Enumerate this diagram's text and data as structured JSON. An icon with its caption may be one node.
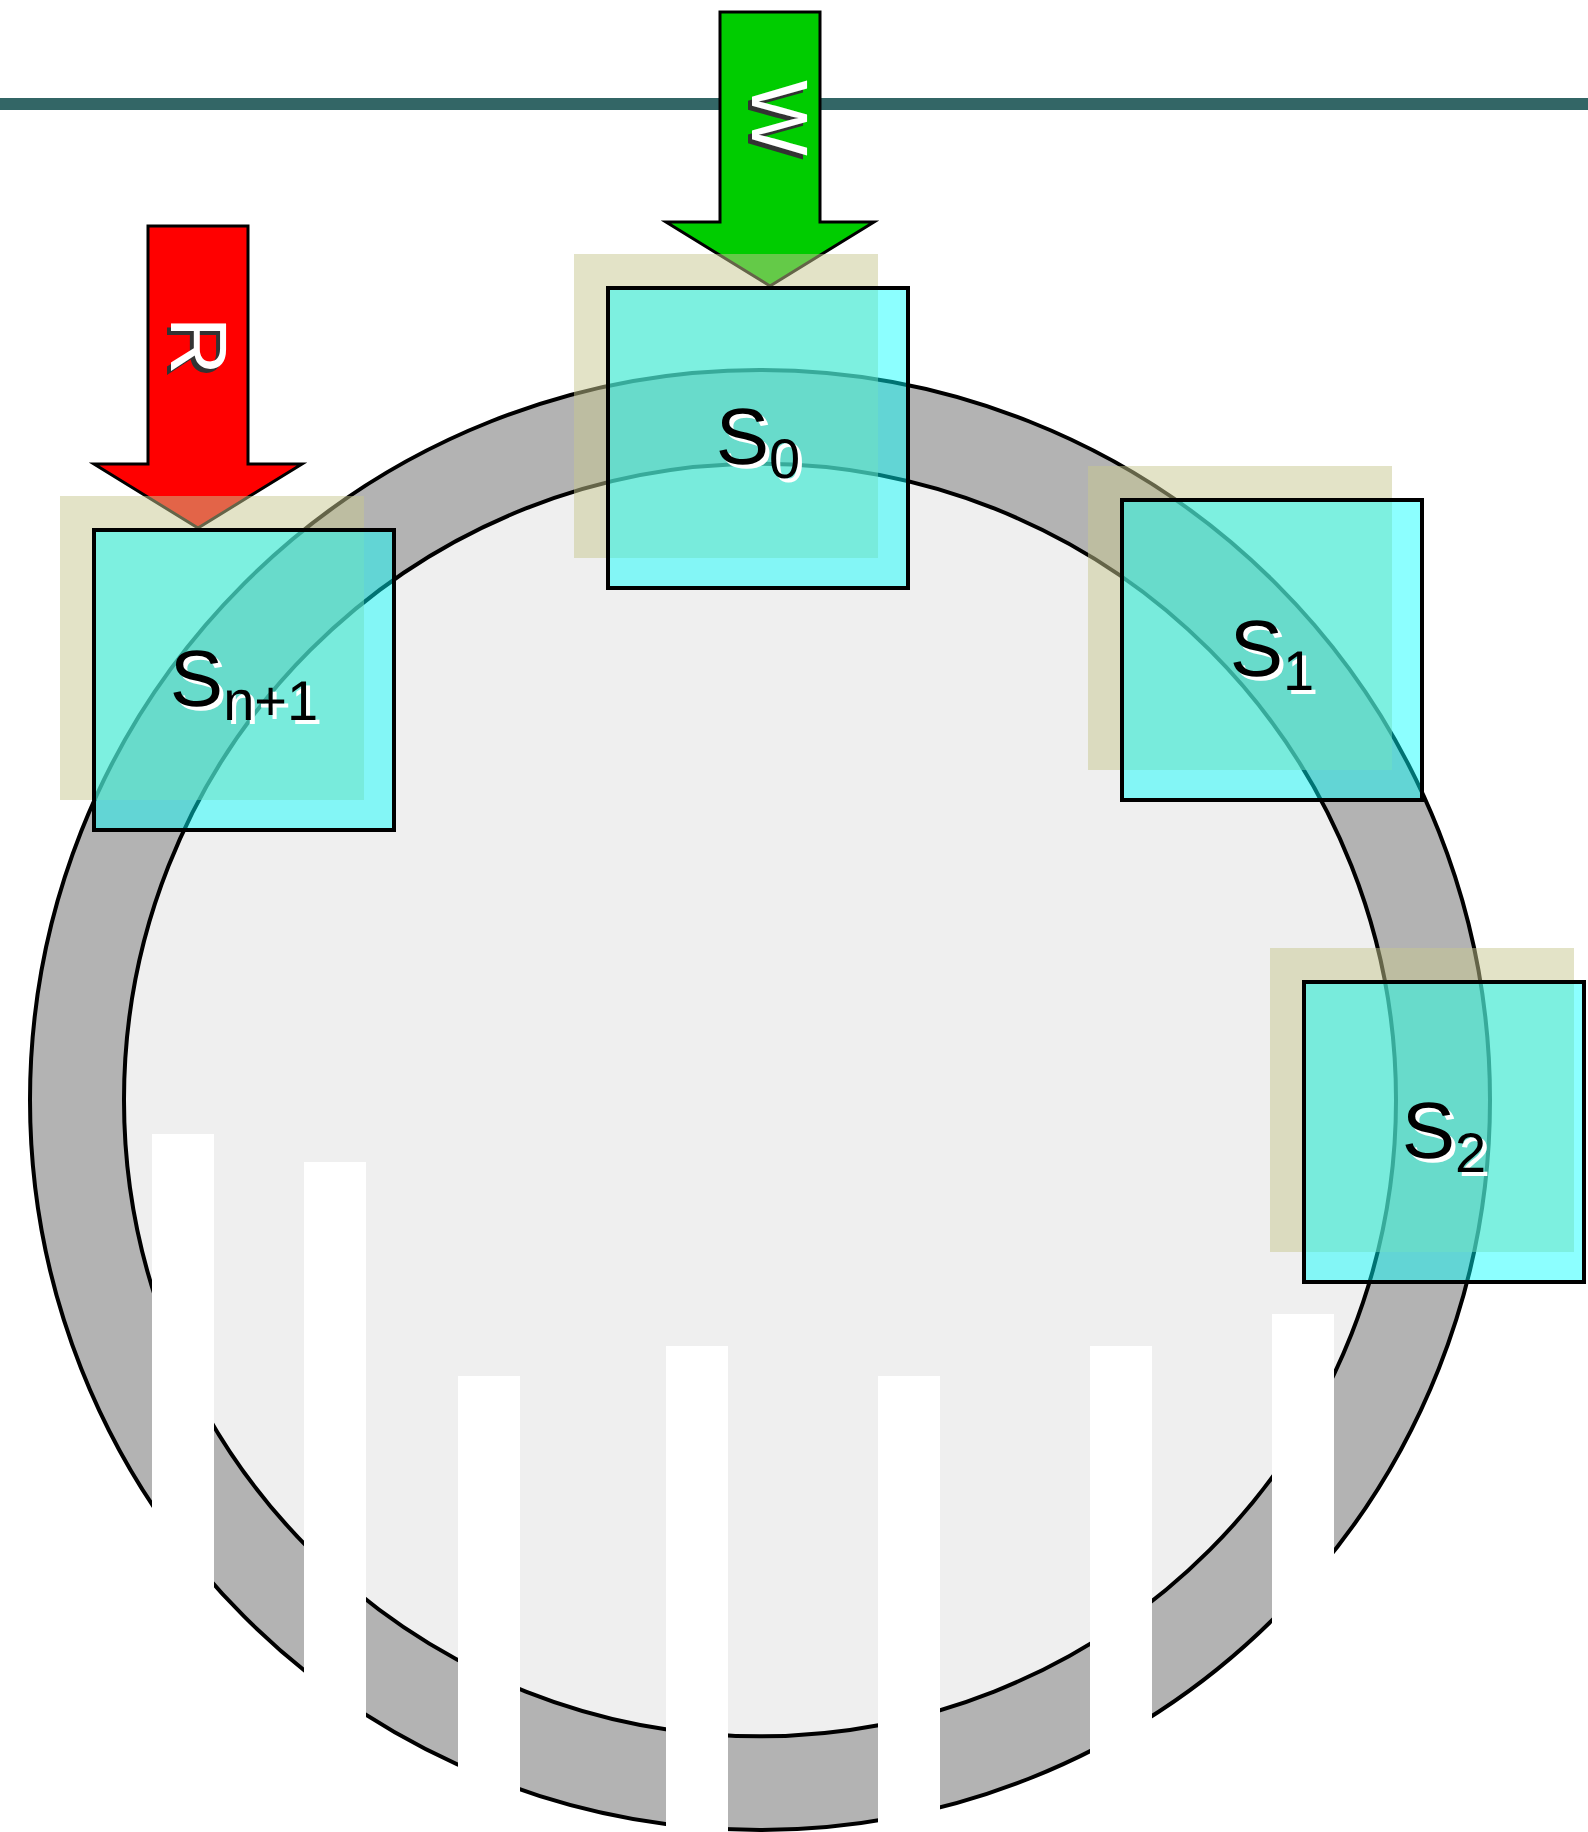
{
  "diagram": {
    "nodes": [
      {
        "text": [
          "S$_{n+1}$"
        ]
      },
      {
        "text": [
          "S$_{0}$"
        ]
      },
      {
        "text": [
          "S$_{1}$"
        ]
      },
      {
        "text": [
          "S$_{2}$"
        ]
      }
    ],
    "edges": [
      {
        "from": null,
        "to": 1,
        "arrow": "to",
        "label": "W",
        "style": "thick",
        "color": "#00cc00"
      },
      {
        "from": null,
        "to": 0,
        "arrow": "to",
        "label": "R",
        "style": "thick",
        "color": "#ff0000"
      }
    ]
  }
}
